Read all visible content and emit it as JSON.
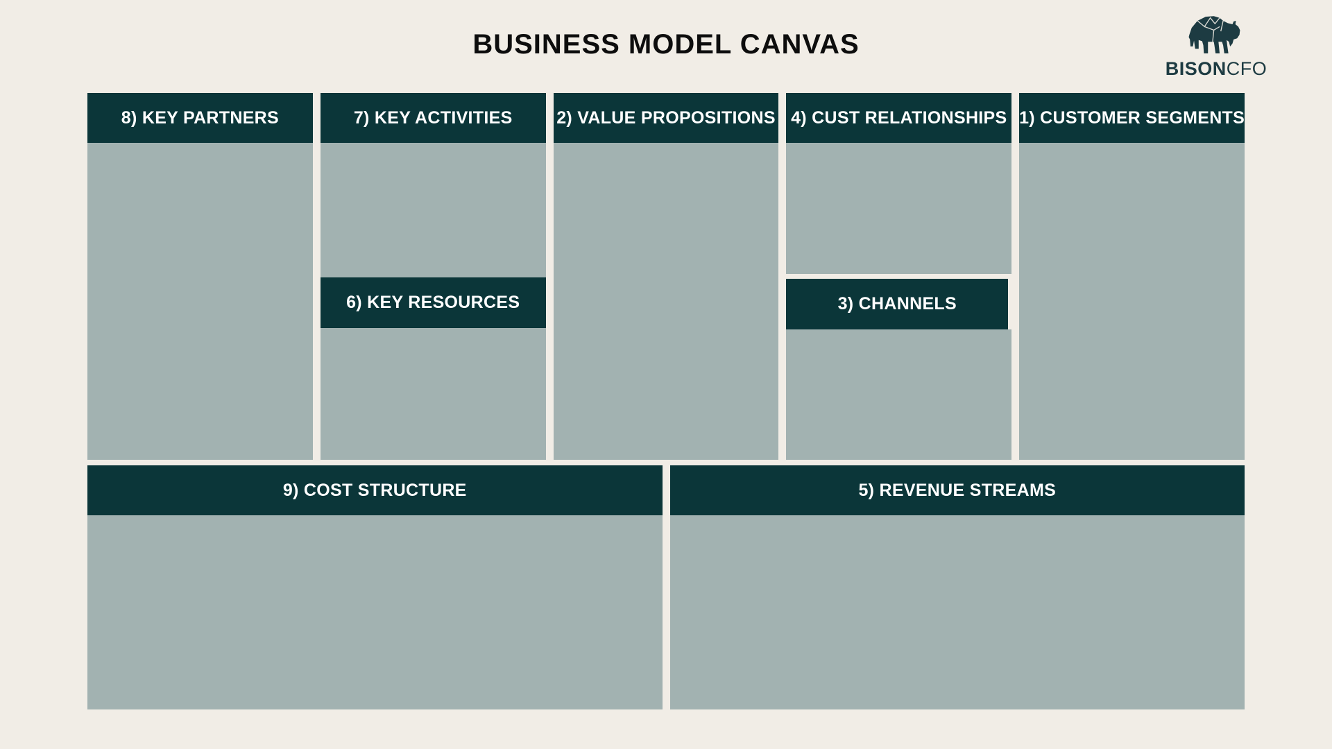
{
  "page": {
    "title": "BUSINESS MODEL CANVAS"
  },
  "logo": {
    "icon": "bison-icon",
    "brand_bold": "BISON",
    "brand_light": "CFO"
  },
  "colors": {
    "background_cream": "#f1ede6",
    "header_teal": "#0b3639",
    "cell_gray": "#a2b2b1",
    "header_text": "#ffffff",
    "title_text": "#0d0d0d",
    "logo_teal": "#1d3b42"
  },
  "canvas": {
    "sections": {
      "key_partners": {
        "label": "8) KEY PARTNERS"
      },
      "key_activities": {
        "label": "7) KEY ACTIVITIES"
      },
      "key_resources": {
        "label": "6) KEY RESOURCES"
      },
      "value_propositions": {
        "label": "2) VALUE PROPOSITIONS"
      },
      "cust_relationships": {
        "label": "4) CUST RELATIONSHIPS"
      },
      "channels": {
        "label": "3) CHANNELS"
      },
      "customer_segments": {
        "label": "1) CUSTOMER SEGMENTS"
      },
      "cost_structure": {
        "label": "9) COST STRUCTURE"
      },
      "revenue_streams": {
        "label": "5) REVENUE STREAMS"
      }
    }
  }
}
